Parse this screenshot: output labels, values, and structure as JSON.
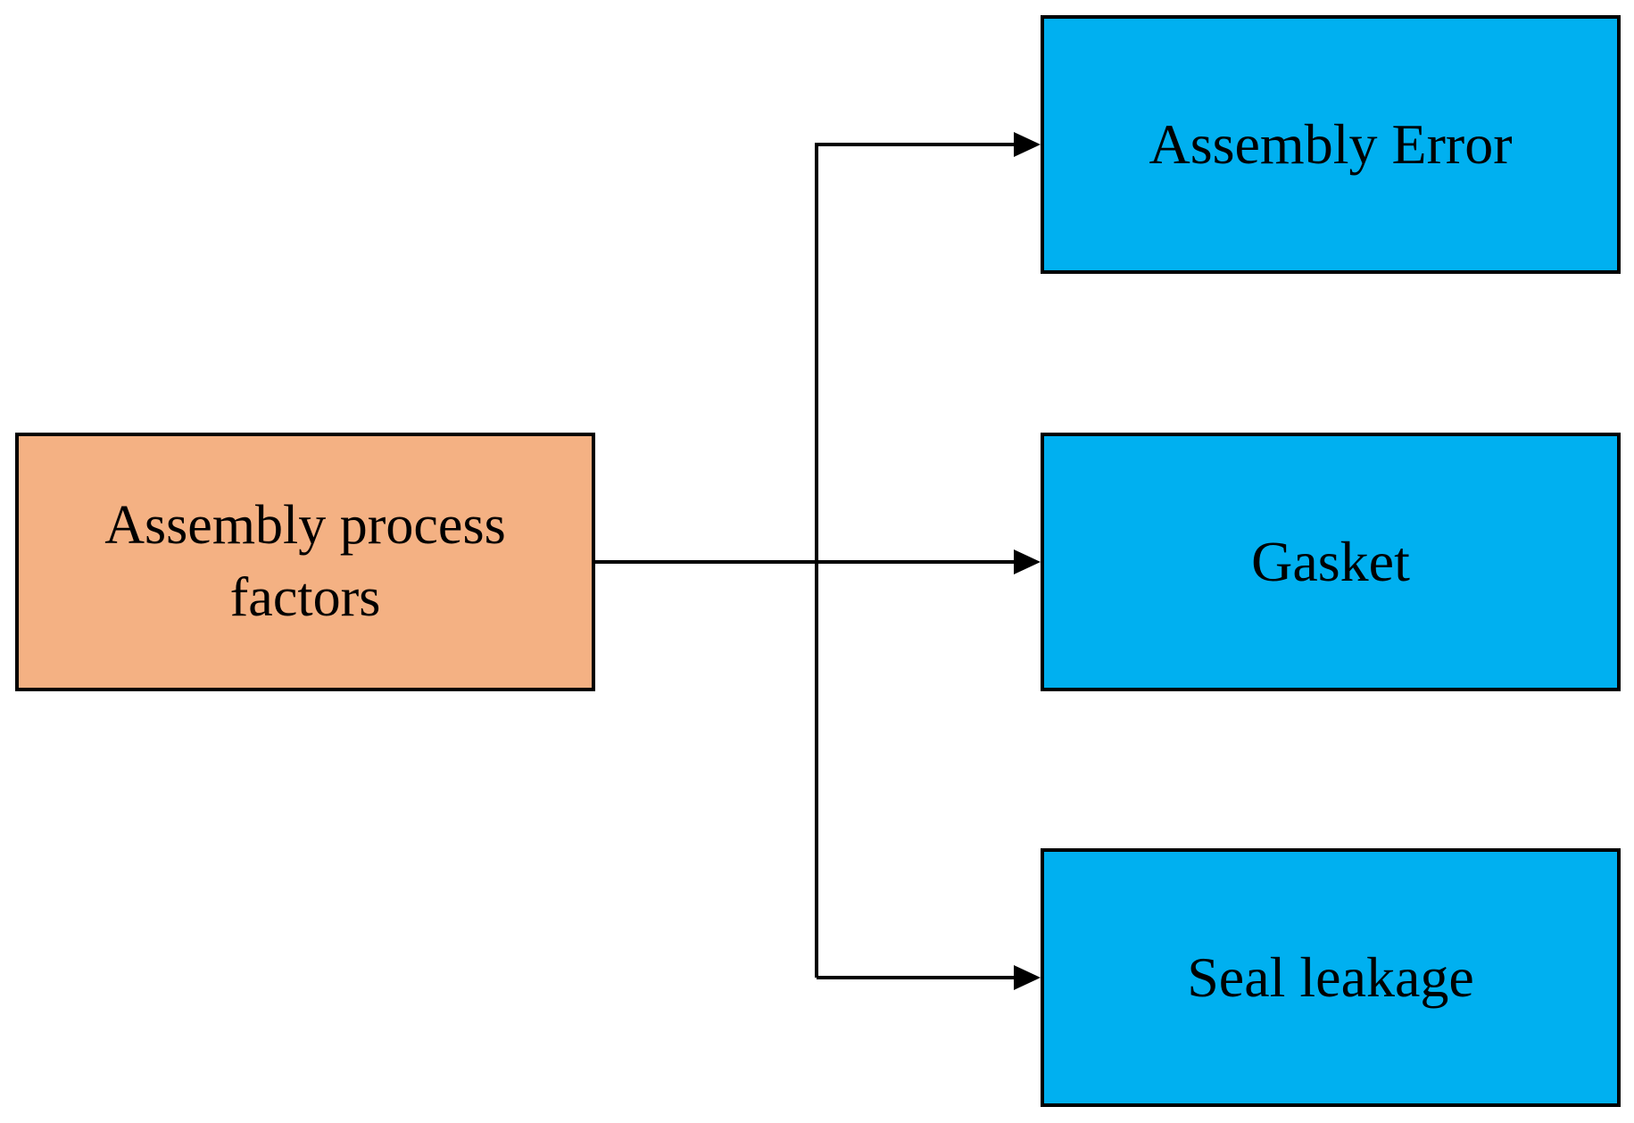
{
  "source": {
    "label": "Assembly process factors",
    "color": "#F4B183"
  },
  "targets": [
    {
      "label": "Assembly Error",
      "color": "#00B0F0"
    },
    {
      "label": "Gasket",
      "color": "#00B0F0"
    },
    {
      "label": "Seal leakage",
      "color": "#00B0F0"
    }
  ],
  "edges": [
    {
      "from": "source",
      "to": "targets.0"
    },
    {
      "from": "source",
      "to": "targets.1"
    },
    {
      "from": "source",
      "to": "targets.2"
    }
  ]
}
